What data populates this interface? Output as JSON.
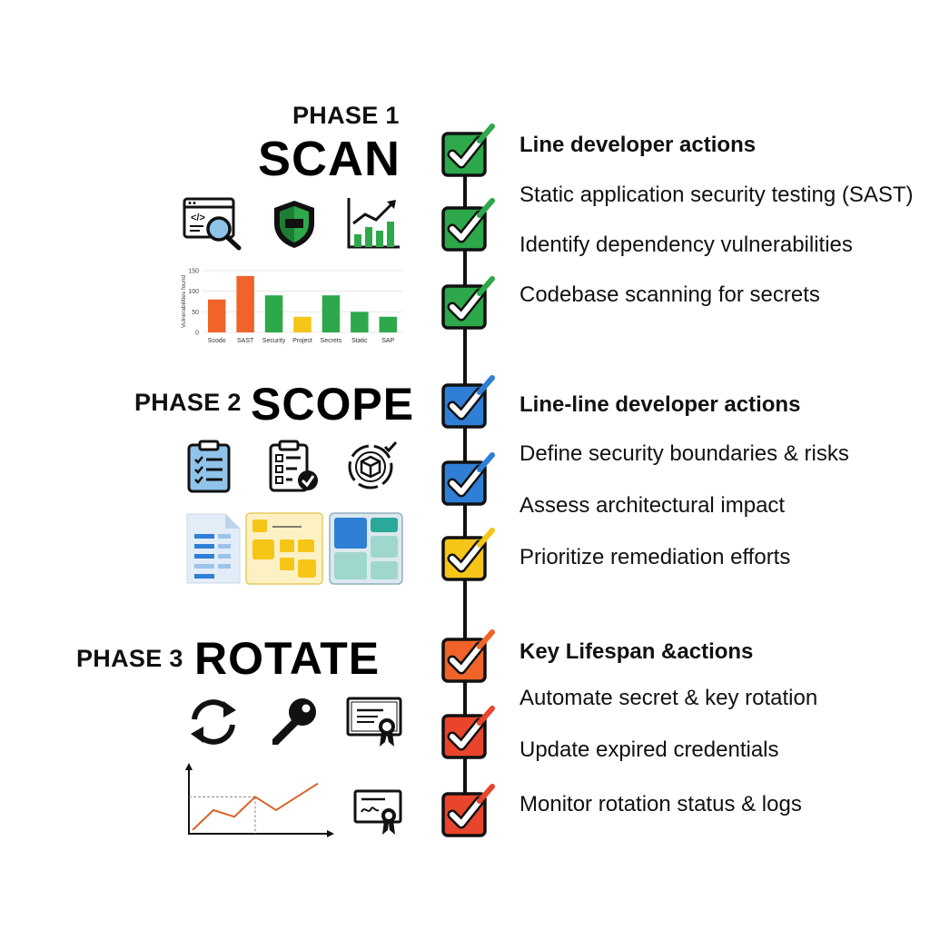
{
  "colors": {
    "green": "#2da84a",
    "blue": "#2f7fd6",
    "yellow": "#f5c518",
    "orange": "#f0642a",
    "red": "#e8452c"
  },
  "phases": [
    {
      "label": "PHASE 1",
      "name": "SCAN",
      "heading": "Line developer actions",
      "items": [
        "Static application security testing (SAST)",
        "Identify dependency vulnerabilities",
        "Codebase scanning for secrets"
      ],
      "icons": [
        "code-search-icon",
        "shield-icon",
        "bar-chart-icon"
      ]
    },
    {
      "label": "PHASE 2",
      "name": "SCOPE",
      "heading": "Line-line developer actions",
      "items": [
        "Define security boundaries & risks",
        "Assess architectural impact",
        "Prioritize remediation efforts"
      ],
      "icons": [
        "clipboard-icon",
        "checklist-icon",
        "target-cube-icon",
        "document-icon",
        "kanban-board-icon",
        "grid-board-icon"
      ]
    },
    {
      "label": "PHASE 3",
      "name": "ROTATE",
      "heading": "Key Lifespan &actions",
      "items": [
        "Automate secret & key rotation",
        "Update expired credentials",
        "Monitor rotation status & logs"
      ],
      "icons": [
        "refresh-icon",
        "key-icon",
        "certificate-icon",
        "certificate-icon"
      ]
    }
  ],
  "checkboxes": [
    "green",
    "green",
    "green",
    "blue",
    "blue",
    "yellow",
    "orange",
    "red",
    "red"
  ],
  "chart_data": [
    {
      "type": "bar",
      "categories": [
        "Scodo",
        "SAST",
        "Security",
        "Project",
        "Secrets",
        "Static",
        "SAP"
      ],
      "values": [
        80,
        137,
        90,
        38,
        90,
        50,
        38
      ],
      "colors": [
        "#f0642a",
        "#f0642a",
        "#2da84a",
        "#f5c518",
        "#2da84a",
        "#2da84a",
        "#2da84a"
      ],
      "ylabel": "Vulnerabilities found",
      "yticks": [
        0,
        50,
        100,
        150
      ],
      "ylim": [
        0,
        150
      ],
      "grid": true
    },
    {
      "type": "line",
      "x": [
        0,
        1,
        2,
        3,
        4,
        5,
        6
      ],
      "values": [
        0,
        3,
        2,
        5,
        3,
        5,
        7
      ],
      "ylim": [
        0,
        9
      ],
      "color": "#d9622b"
    }
  ]
}
